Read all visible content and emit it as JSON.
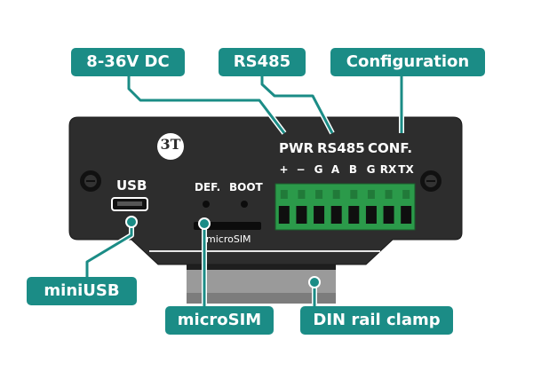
{
  "callouts": {
    "power": "8-36V DC",
    "rs485": "RS485",
    "configuration": "Configuration",
    "miniusb": "miniUSB",
    "microsim": "microSIM",
    "din_rail": "DIN rail clamp"
  },
  "panel": {
    "usb_label": "USB",
    "def_label": "DEF.",
    "boot_label": "BOOT",
    "microsim_label": "microSIM",
    "pwr_label": "PWR",
    "rs485_label": "RS485",
    "conf_label": "CONF.",
    "pins": [
      "+",
      "−",
      "G",
      "A",
      "B",
      "G",
      "RX",
      "TX"
    ],
    "logo": "3T"
  },
  "colors": {
    "accent": "#1b8c86",
    "body": "#2d2d2d",
    "terminal": "#2b9a4a",
    "clamp": "#9a9a9a"
  }
}
